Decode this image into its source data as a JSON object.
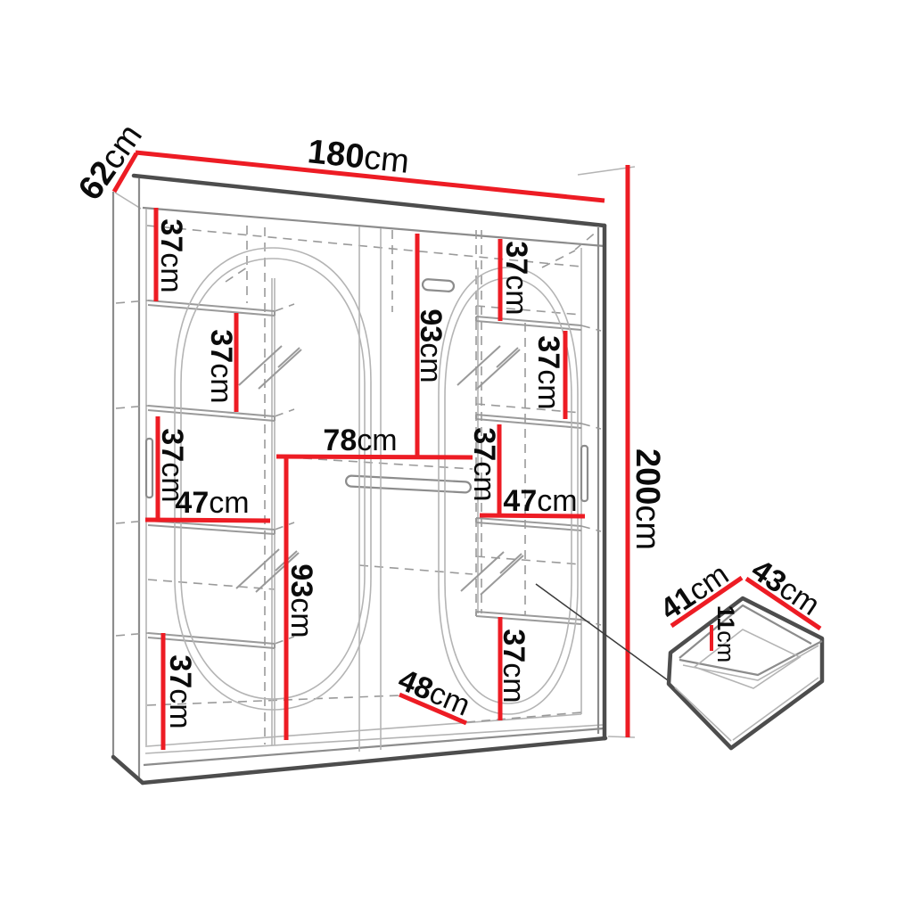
{
  "diagram": {
    "type": "furniture-dimension-drawing",
    "subject": "sliding-door wardrobe with interior shelves, hanging rails and drawer detail",
    "colors": {
      "red": "#ed1c24",
      "dark": "#4d4d4d",
      "mid": "#8c8c8c",
      "light": "#b4b4b4",
      "dash": "#9a9a9a",
      "text": "#0b0b0b",
      "background": "#ffffff"
    }
  },
  "wardrobe": {
    "overall": {
      "width": {
        "num": "180",
        "unit": "cm"
      },
      "depth": {
        "num": "62",
        "unit": "cm"
      },
      "height": {
        "num": "200",
        "unit": "cm"
      }
    },
    "interior": {
      "left_top_gap": {
        "num": "37",
        "unit": "cm"
      },
      "left_gap_2": {
        "num": "37",
        "unit": "cm"
      },
      "left_gap_3": {
        "num": "37",
        "unit": "cm"
      },
      "left_shelf_width": {
        "num": "47",
        "unit": "cm"
      },
      "left_bottom_gap": {
        "num": "37",
        "unit": "cm"
      },
      "hanging_section_width": {
        "num": "78",
        "unit": "cm"
      },
      "hanging_height_top": {
        "num": "93",
        "unit": "cm"
      },
      "hanging_height_bottom": {
        "num": "93",
        "unit": "cm"
      },
      "right_top_gap": {
        "num": "37",
        "unit": "cm"
      },
      "right_gap_2": {
        "num": "37",
        "unit": "cm"
      },
      "right_gap_3": {
        "num": "37",
        "unit": "cm"
      },
      "right_shelf_width": {
        "num": "47",
        "unit": "cm"
      },
      "right_bottom_gap": {
        "num": "37",
        "unit": "cm"
      },
      "base_depth": {
        "num": "48",
        "unit": "cm"
      }
    }
  },
  "drawer": {
    "width": {
      "num": "41",
      "unit": "cm"
    },
    "depth": {
      "num": "43",
      "unit": "cm"
    },
    "height": {
      "num": "11",
      "unit": "cm"
    }
  }
}
